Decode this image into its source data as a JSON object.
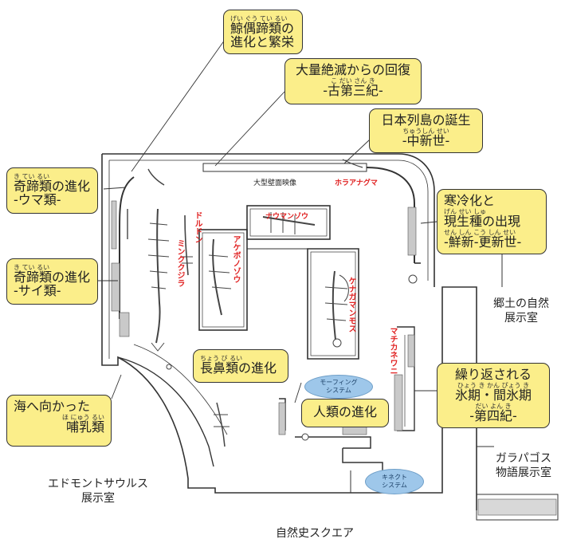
{
  "title": "",
  "callouts": {
    "cetartiodactyla": {
      "ruby": "げい ぐう てい るい",
      "line1": "鯨偶蹄類の",
      "line2": "進化と繁栄"
    },
    "paleogene": {
      "line1": "大量絶滅からの回復",
      "ruby": "こ だい さん き",
      "line2": "-古第三紀-"
    },
    "neogene": {
      "line1": "日本列島の誕生",
      "ruby": "ちゅうしん せい",
      "line2": "-中新世-"
    },
    "pleistocene": {
      "line1": "寒冷化と",
      "ruby": "げん せい しゅ",
      "line2": "現生種の出現",
      "ruby2": "せん しん こう しん せい",
      "line3": "-鮮新-更新世-"
    },
    "horse": {
      "ruby": "き てい るい",
      "line1": "奇蹄類の進化",
      "line2": "-ウマ類-"
    },
    "rhino": {
      "ruby": "き てい るい",
      "line1": "奇蹄類の進化",
      "line2": "-サイ類-"
    },
    "proboscidea": {
      "ruby": "ちょう び るい",
      "line1": "長鼻類の進化"
    },
    "mammals": {
      "line1": "海へ向かった",
      "ruby": "ほ にゅう るい",
      "line2": "哺乳類"
    },
    "human": {
      "line1": "人類の進化"
    },
    "quaternary": {
      "line1": "繰り返される",
      "ruby": "ひょう き かん ぴょう き",
      "line2": "氷期・間氷期",
      "ruby2": "だい よん き",
      "line3": "-第四紀-"
    }
  },
  "rooms": {
    "local": [
      "郷土の自然",
      "展示室"
    ],
    "galapagos": [
      "ガラパゴス",
      "物語展示室"
    ],
    "edmontosaurus": [
      "エドモントサウルス",
      "展示室"
    ],
    "square": "自然史スクエア"
  },
  "floor_labels": {
    "wall_video": "大型壁面映像"
  },
  "specimens": {
    "horaana": "ホラアナグマ",
    "naumann": "ナウマンゾウ",
    "dorudon": "ドルドン",
    "minkukujira": "ミンククジラ",
    "akebono": "アケボノゾウ",
    "kenaga": "ケナガマンモス",
    "machikane": "マチカネワニ"
  },
  "systems": {
    "morphing": [
      "モーフィング",
      "システム"
    ],
    "kinect": [
      "キネクト",
      "システム"
    ]
  },
  "colors": {
    "callout_fill": "#fbee8a",
    "specimen_text": "#e02020",
    "system_oval": "#9ec7ea"
  }
}
